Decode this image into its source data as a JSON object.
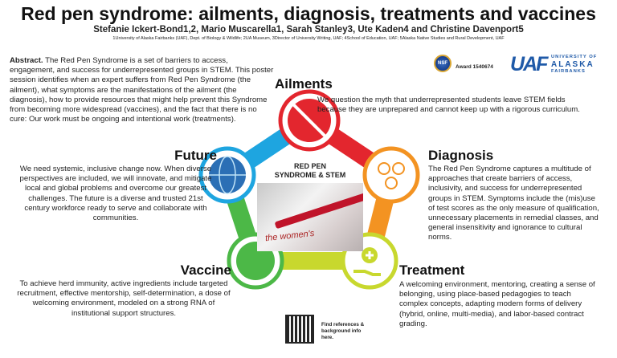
{
  "title": "Red pen syndrome: ailments, diagnosis, treatments and vaccines",
  "authors": "Stefanie Ickert-Bond1,2, Mario Muscarella1, Sarah Stanley3, Ute Kaden4 and Christine Davenport5",
  "affiliations": "1University of Alaska Fairbanks (UAF), Dept. of Biology & Wildlife; 2UA Museum, 3Director of University Writing, UAF; 4School of Education, UAF; 5Alaska Native Studies and Rural Development, UAF",
  "logos": {
    "nsf": "NSF",
    "award": "Award 1540674",
    "uaf": "UAF",
    "uaf_line1": "UNIVERSITY OF",
    "uaf_line2": "ALASKA",
    "uaf_line3": "FAIRBANKS"
  },
  "abstract": {
    "label": "Abstract.",
    "text": " The Red Pen Syndrome is a set of barriers to access, engagement, and success for underrepresented groups in STEM. This poster session identifies when an expert suffers from Red Pen Syndrome (the ailment), what symptoms are the manifestations of the ailment (the diagnosis), how to provide resources that might help prevent this Syndrome from becoming more widespread (vaccines), and the fact that there is no cure:  Our work must be ongoing and intentional work (treatments)."
  },
  "center_label": {
    "line1": "RED PEN",
    "line2": "SYNDROME & STEM"
  },
  "photo_text": "the women's",
  "sections": {
    "ailments": {
      "heading": "Ailments",
      "text": "We question the myth that underrepresented students leave STEM fields because they are unprepared and cannot keep up with a rigorous curriculum."
    },
    "future": {
      "heading": "Future",
      "text": "We need systemic, inclusive change now. When diverse perspectives are included, we will innovate, and mitigate local and global problems and overcome our greatest challenges.  The future is a diverse and trusted 21st century workforce ready to serve and collaborate with communities."
    },
    "diagnosis": {
      "heading": "Diagnosis",
      "text": "The Red Pen Syndrome captures a multitude of approaches that create barriers of access, inclusivity, and success for underrepresented groups in STEM. Symptoms include the (mis)use of test scores as the only measure of qualification, unnecessary placements in remedial classes, and general insensitivity and ignorance to cultural norms."
    },
    "vaccine": {
      "heading": "Vaccine",
      "text": "To achieve herd immunity, active ingredients include targeted recruitment, effective mentorship, self-determination, a dose of welcoming environment, modeled on a strong RNA of institutional support structures."
    },
    "treatment": {
      "heading": "Treatment",
      "text": "A welcoming environment, mentoring, creating a sense of belonging, using place-based pedagogies to teach complex concepts, adapting modern forms of delivery (hybrid, online, multi-media), and labor-based contract grading."
    }
  },
  "qr_text": "Find references & background info here.",
  "colors": {
    "ailments": "#e3262e",
    "diagnosis": "#f39322",
    "treatment": "#c8d82e",
    "vaccine": "#4cb847",
    "future": "#1ea5e0"
  }
}
